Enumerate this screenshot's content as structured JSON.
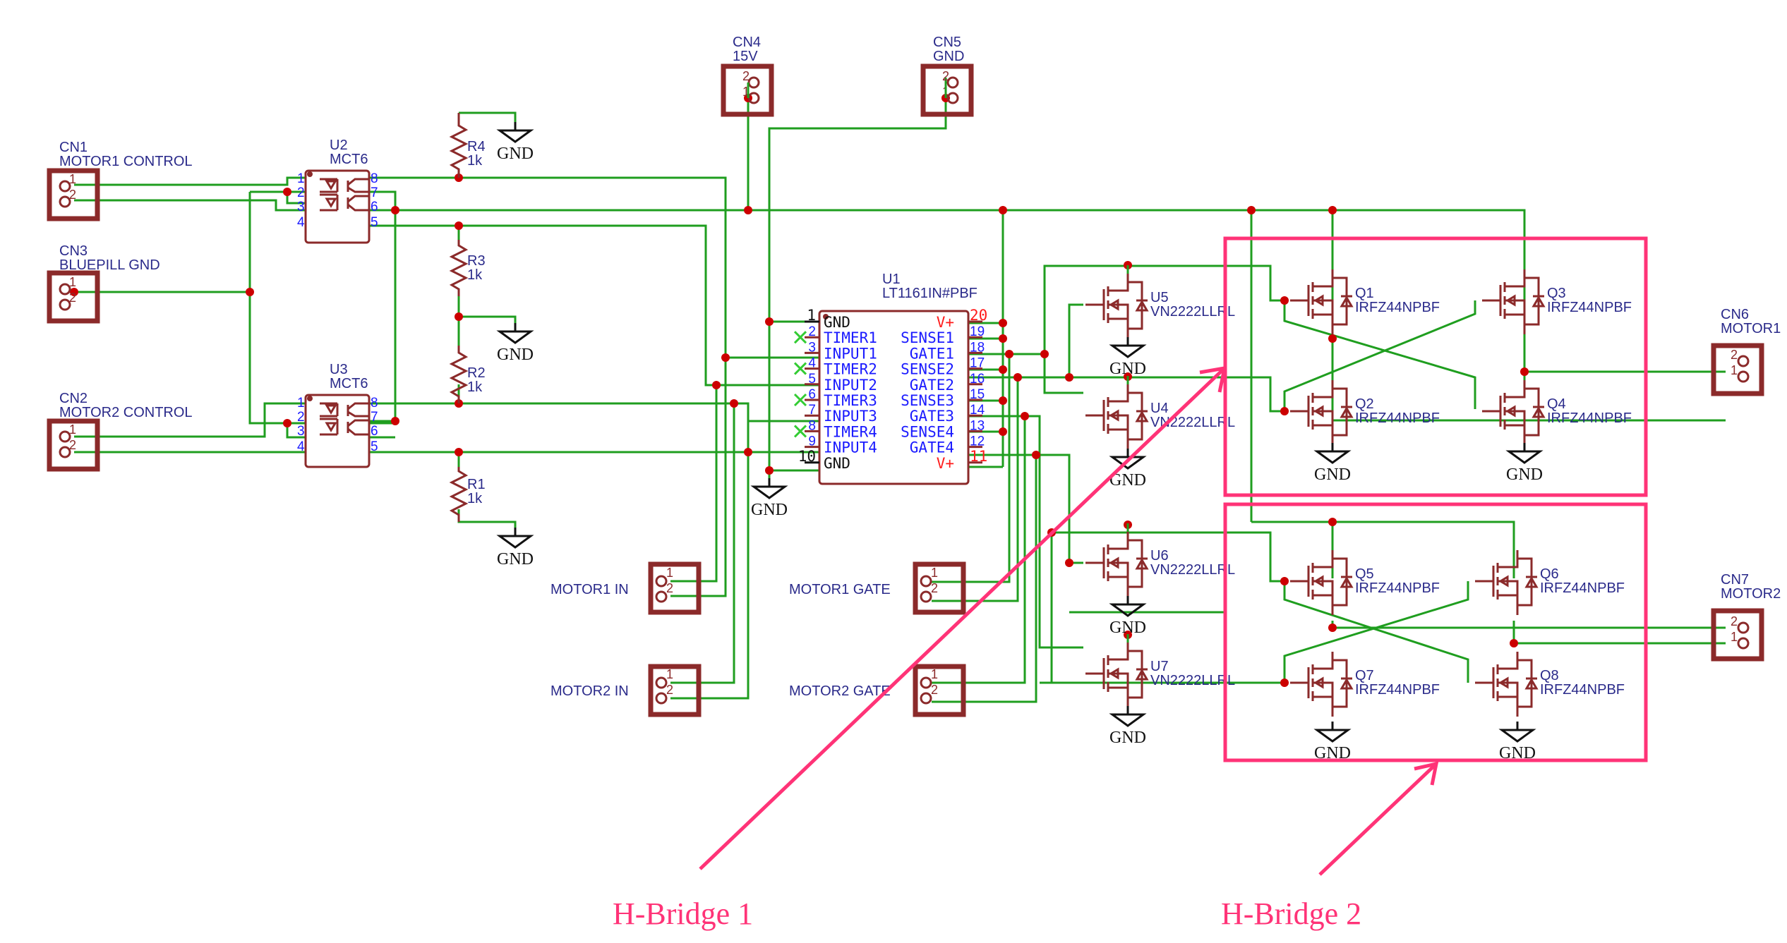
{
  "title": "Dual H-Bridge Motor Driver Schematic",
  "connectors": {
    "cn1": {
      "ref": "CN1",
      "value": "MOTOR1 CONTROL",
      "pins": [
        "1",
        "2"
      ]
    },
    "cn2": {
      "ref": "CN2",
      "value": "MOTOR2 CONTROL",
      "pins": [
        "1",
        "2"
      ]
    },
    "cn3": {
      "ref": "CN3",
      "value": "BLUEPILL GND",
      "pins": [
        "1",
        "2"
      ]
    },
    "cn4": {
      "ref": "CN4",
      "value": "15V",
      "pins": [
        "2",
        "1"
      ]
    },
    "cn5": {
      "ref": "CN5",
      "value": "GND",
      "pins": [
        "2",
        "1"
      ]
    },
    "cn6": {
      "ref": "CN6",
      "value": "MOTOR1",
      "pins": [
        "2",
        "1"
      ]
    },
    "cn7": {
      "ref": "CN7",
      "value": "MOTOR2",
      "pins": [
        "2",
        "1"
      ]
    },
    "motor1_in": {
      "label": "MOTOR1 IN",
      "pins": [
        "1",
        "2"
      ]
    },
    "motor2_in": {
      "label": "MOTOR2 IN",
      "pins": [
        "1",
        "2"
      ]
    },
    "motor1_gate": {
      "label": "MOTOR1 GATE",
      "pins": [
        "1",
        "2"
      ]
    },
    "motor2_gate": {
      "label": "MOTOR2 GATE",
      "pins": [
        "1",
        "2"
      ]
    }
  },
  "optocouplers": {
    "u2": {
      "ref": "U2",
      "value": "MCT6",
      "pins_left": [
        "1",
        "2",
        "3",
        "4"
      ],
      "pins_right": [
        "8",
        "7",
        "6",
        "5"
      ]
    },
    "u3": {
      "ref": "U3",
      "value": "MCT6",
      "pins_left": [
        "1",
        "2",
        "3",
        "4"
      ],
      "pins_right": [
        "8",
        "7",
        "6",
        "5"
      ]
    }
  },
  "resistors": {
    "r1": {
      "ref": "R1",
      "value": "1k"
    },
    "r2": {
      "ref": "R2",
      "value": "1k"
    },
    "r3": {
      "ref": "R3",
      "value": "1k"
    },
    "r4": {
      "ref": "R4",
      "value": "1k"
    }
  },
  "driver": {
    "ref": "U1",
    "value": "LT1161IN#PBF",
    "left_pins": [
      {
        "num": "1",
        "name": "GND"
      },
      {
        "num": "2",
        "name": "TIMER1"
      },
      {
        "num": "3",
        "name": "INPUT1"
      },
      {
        "num": "4",
        "name": "TIMER2"
      },
      {
        "num": "5",
        "name": "INPUT2"
      },
      {
        "num": "6",
        "name": "TIMER3"
      },
      {
        "num": "7",
        "name": "INPUT3"
      },
      {
        "num": "8",
        "name": "TIMER4"
      },
      {
        "num": "9",
        "name": "INPUT4"
      },
      {
        "num": "10",
        "name": "GND"
      }
    ],
    "right_pins": [
      {
        "num": "20",
        "name": "V+"
      },
      {
        "num": "19",
        "name": "SENSE1"
      },
      {
        "num": "18",
        "name": "GATE1"
      },
      {
        "num": "17",
        "name": "SENSE2"
      },
      {
        "num": "16",
        "name": "GATE2"
      },
      {
        "num": "15",
        "name": "SENSE3"
      },
      {
        "num": "14",
        "name": "GATE3"
      },
      {
        "num": "13",
        "name": "SENSE4"
      },
      {
        "num": "12",
        "name": "GATE4"
      },
      {
        "num": "11",
        "name": "V+"
      }
    ]
  },
  "small_fets": [
    {
      "ref": "U5",
      "value": "VN2222LLRL"
    },
    {
      "ref": "U4",
      "value": "VN2222LLRL"
    },
    {
      "ref": "U6",
      "value": "VN2222LLRL"
    },
    {
      "ref": "U7",
      "value": "VN2222LLRL"
    }
  ],
  "power_fets": [
    {
      "ref": "Q1",
      "value": "IRFZ44NPBF"
    },
    {
      "ref": "Q2",
      "value": "IRFZ44NPBF"
    },
    {
      "ref": "Q3",
      "value": "IRFZ44NPBF"
    },
    {
      "ref": "Q4",
      "value": "IRFZ44NPBF"
    },
    {
      "ref": "Q5",
      "value": "IRFZ44NPBF"
    },
    {
      "ref": "Q6",
      "value": "IRFZ44NPBF"
    },
    {
      "ref": "Q7",
      "value": "IRFZ44NPBF"
    },
    {
      "ref": "Q8",
      "value": "IRFZ44NPBF"
    }
  ],
  "gnd_label": "GND",
  "annotations": {
    "hbridge1": "H-Bridge 1",
    "hbridge2": "H-Bridge 2"
  },
  "colors": {
    "wire": "#1f9e1f",
    "symbol": "#8b2a2a",
    "junction": "#cc0000",
    "highlight": "#ff3377",
    "label": "#2a2a8a",
    "pin_number": "#1a1aff"
  }
}
